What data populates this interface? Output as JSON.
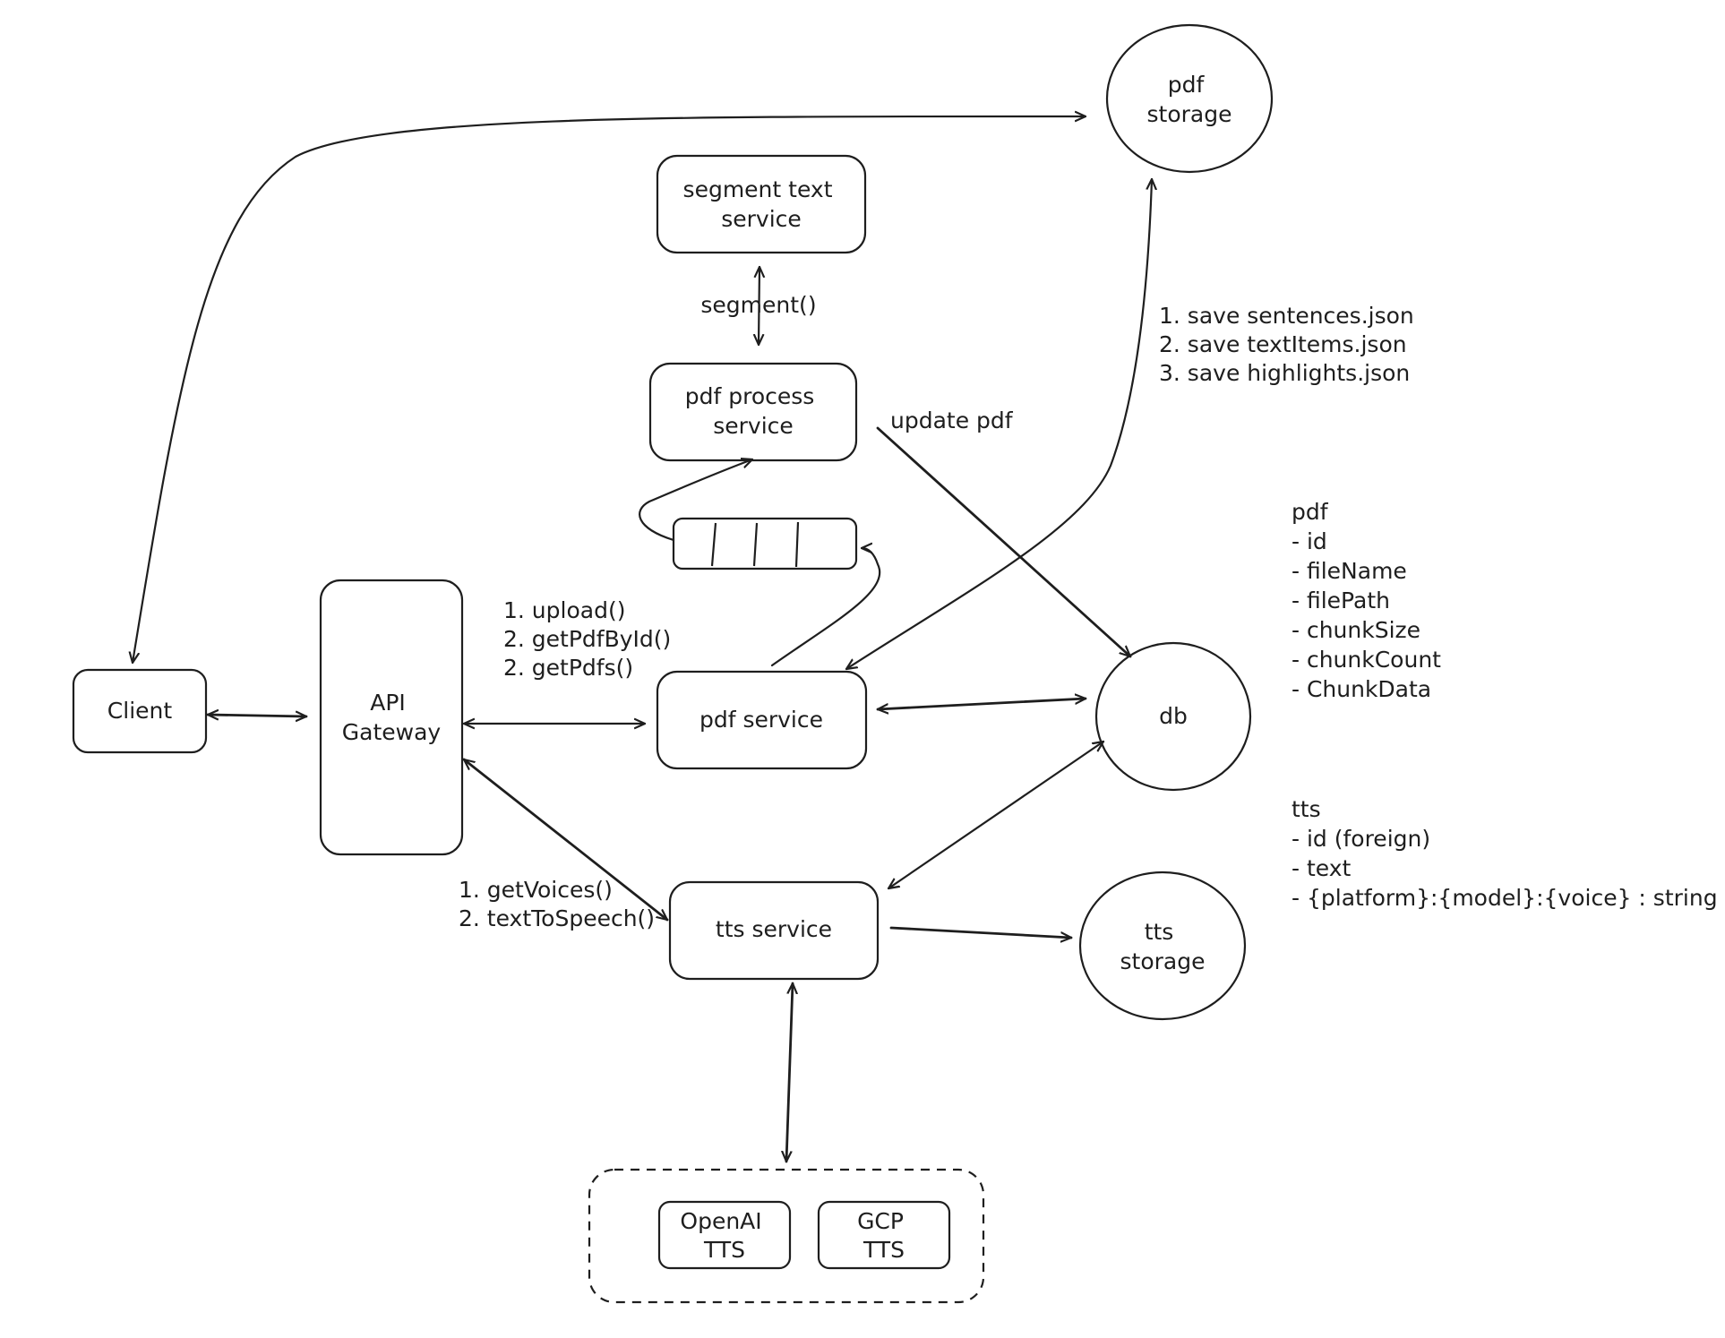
{
  "nodes": {
    "pdf_storage": [
      "pdf",
      "storage"
    ],
    "segment_text_service": [
      "segment text",
      "service"
    ],
    "pdf_process_service": [
      "pdf process",
      "service"
    ],
    "client": [
      "Client"
    ],
    "api_gateway": [
      "API",
      "Gateway"
    ],
    "pdf_service": [
      "pdf service"
    ],
    "db": [
      "db"
    ],
    "tts_service": [
      "tts service"
    ],
    "tts_storage": [
      "tts",
      "storage"
    ],
    "openai_tts": [
      "OpenAI",
      "TTS"
    ],
    "gcp_tts": [
      "GCP",
      "TTS"
    ]
  },
  "edge_labels": {
    "segment": "segment()",
    "update_pdf": "update pdf",
    "pdf_service_calls": [
      "1. upload()",
      "2. getPdfById()",
      "2. getPdfs()"
    ],
    "tts_calls": [
      "1. getVoices()",
      "2. textToSpeech()"
    ],
    "storage_saves": [
      "1. save sentences.json",
      "2. save textItems.json",
      "3. save highlights.json"
    ]
  },
  "schemas": {
    "pdf": [
      "pdf",
      "- id",
      "- fileName",
      "- filePath",
      "- chunkSize",
      "- chunkCount",
      "- ChunkData"
    ],
    "tts": [
      "tts",
      "- id (foreign)",
      "- text",
      "- {platform}:{model}:{voice} : string"
    ]
  }
}
